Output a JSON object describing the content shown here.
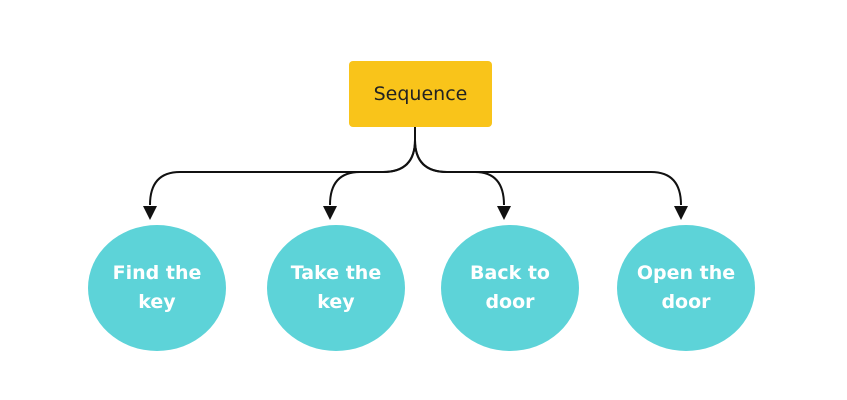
{
  "colors": {
    "root_fill": "#F9C41A",
    "leaf_fill": "#5DD3D8",
    "connector": "#111111"
  },
  "root": {
    "label": "Sequence"
  },
  "children": [
    {
      "label": "Find the key"
    },
    {
      "label": "Take the key"
    },
    {
      "label": "Back to door"
    },
    {
      "label": "Open the door"
    }
  ]
}
